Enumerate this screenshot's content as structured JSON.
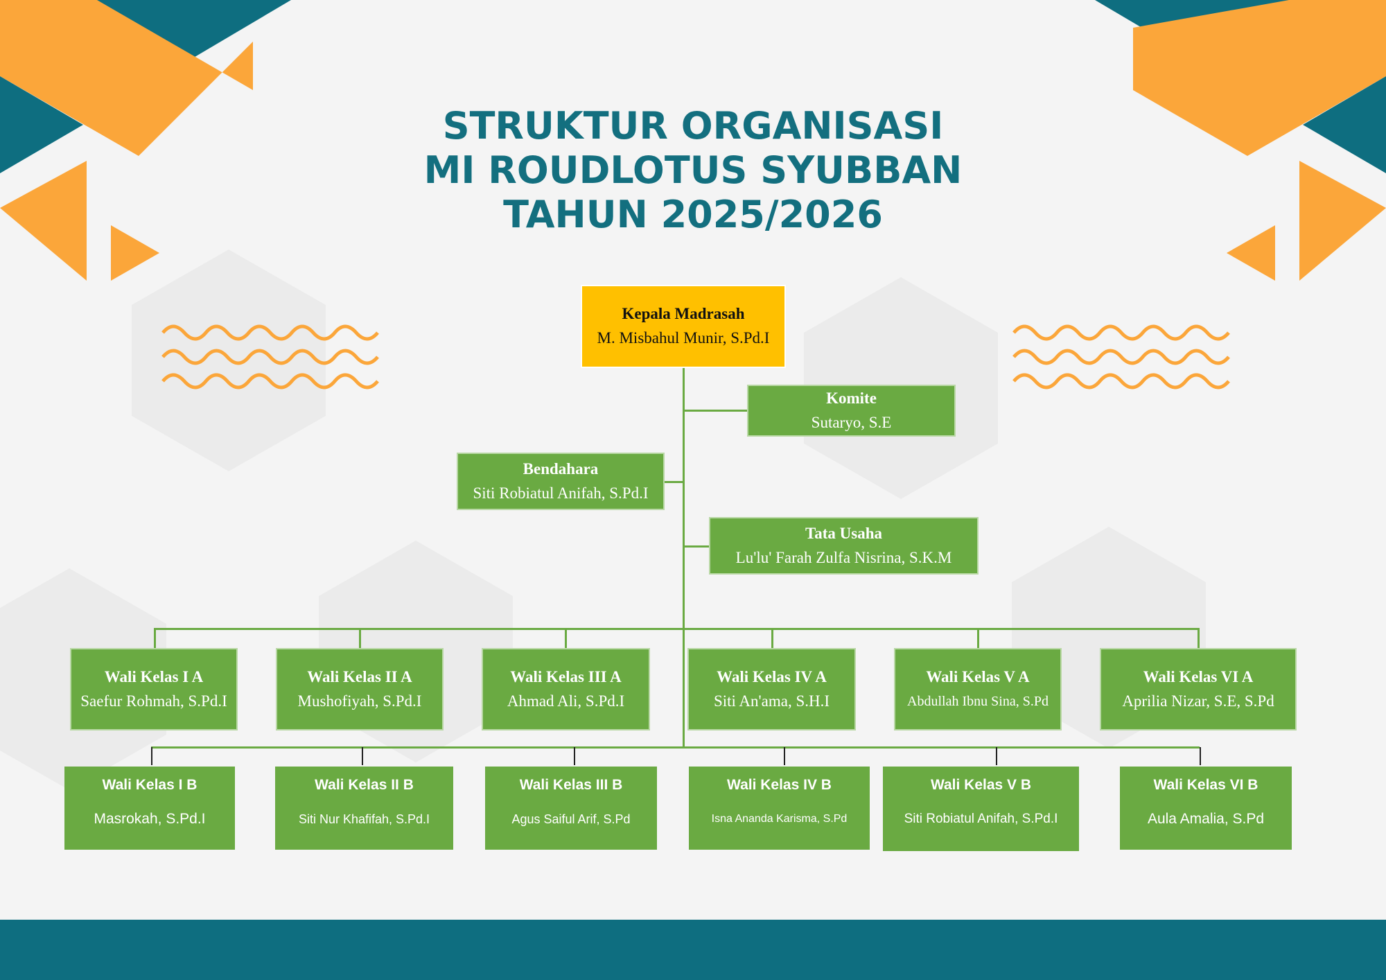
{
  "title": {
    "line1": "STRUKTUR ORGANISASI",
    "line2": "MI ROUDLOTUS SYUBBAN",
    "line3": "TAHUN 2025/2026"
  },
  "colors": {
    "teal": "#0e6e80",
    "orange": "#fba63a",
    "green": "#6aaa42",
    "yellow": "#ffc000"
  },
  "head": {
    "role": "Kepala Madrasah",
    "name": "M. Misbahul Munir, S.Pd.I"
  },
  "komite": {
    "role": "Komite",
    "name": "Sutaryo, S.E"
  },
  "bendahara": {
    "role": "Bendahara",
    "name": "Siti Robiatul Anifah, S.Pd.I"
  },
  "tata_usaha": {
    "role": "Tata Usaha",
    "name": "Lu'lu' Farah Zulfa Nisrina, S.K.M"
  },
  "row_a": [
    {
      "role": "Wali Kelas I A",
      "name": "Saefur Rohmah, S.Pd.I"
    },
    {
      "role": "Wali Kelas II A",
      "name": "Mushofiyah, S.Pd.I"
    },
    {
      "role": "Wali Kelas III A",
      "name": "Ahmad Ali, S.Pd.I"
    },
    {
      "role": "Wali Kelas IV A",
      "name": "Siti An'ama, S.H.I"
    },
    {
      "role": "Wali Kelas V A",
      "name": "Abdullah Ibnu Sina, S.Pd"
    },
    {
      "role": "Wali Kelas VI A",
      "name": "Aprilia Nizar, S.E, S.Pd"
    }
  ],
  "row_b": [
    {
      "role": "Wali Kelas I B",
      "name": "Masrokah, S.Pd.I"
    },
    {
      "role": "Wali Kelas II B",
      "name": "Siti Nur Khafifah, S.Pd.I"
    },
    {
      "role": "Wali Kelas III B",
      "name": "Agus Saiful Arif, S.Pd"
    },
    {
      "role": "Wali Kelas IV B",
      "name": "Isna Ananda Karisma, S.Pd"
    },
    {
      "role": "Wali Kelas V B",
      "name": "Siti Robiatul Anifah, S.Pd.I"
    },
    {
      "role": "Wali Kelas VI B",
      "name": "Aula Amalia, S.Pd"
    }
  ]
}
